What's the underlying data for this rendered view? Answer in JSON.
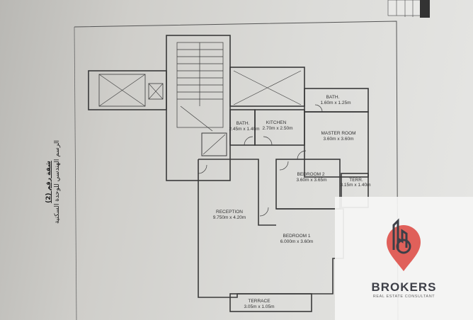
{
  "sheet": {
    "title_ar": "شقة رقم (2)",
    "subtitle_ar": "الرسم الهندسي للوحدة السكنية"
  },
  "rooms": [
    {
      "name": "BATH.",
      "size": "1.60m x 1.25m"
    },
    {
      "name": "BATH.",
      "size": "2.45m x 1.40m"
    },
    {
      "name": "KITCHEN",
      "size": "2.70m x 2.50m"
    },
    {
      "name": "MASTER ROOM",
      "size": "3.60m x 3.60m"
    },
    {
      "name": "BEDROOM 2",
      "size": "3.60m x 3.65m"
    },
    {
      "name": "TERR.",
      "size": "3.15m x 1.40m"
    },
    {
      "name": "RECEPTION",
      "size": "9.750m x 4.20m"
    },
    {
      "name": "BEDROOM 1",
      "size": "6.000m x 3.60m"
    },
    {
      "name": "TERRACE",
      "size": "3.05m x 1.05m"
    }
  ],
  "watermark": {
    "brand": "BROKERS",
    "tagline": "REAL ESTATE CONSULTANT",
    "accent_color": "#e0605a",
    "text_color": "#3d3f47"
  },
  "colors": {
    "wall": "#3a3a3a",
    "paper": "#d6d6d3"
  }
}
